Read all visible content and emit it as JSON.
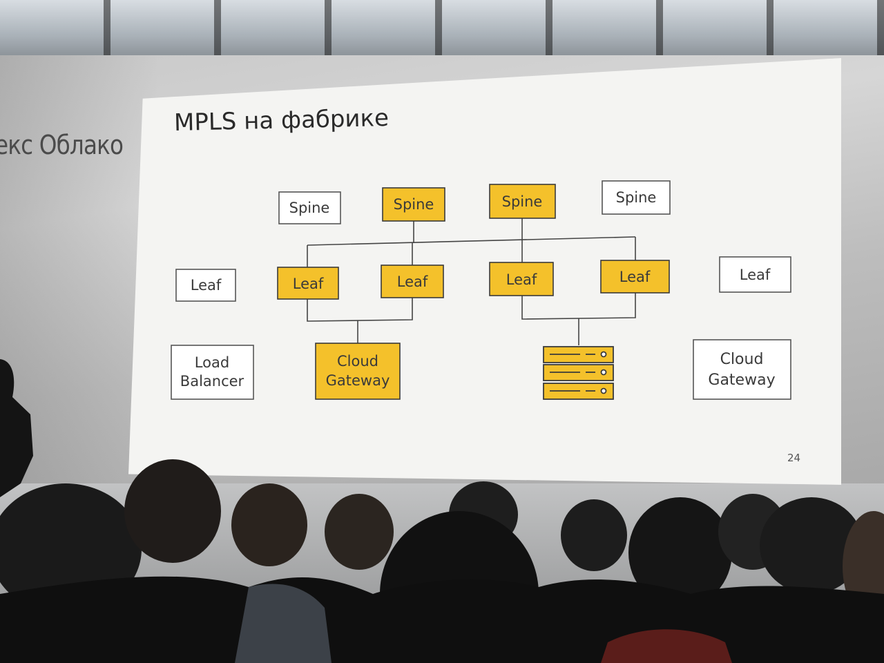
{
  "slide": {
    "title": "MPLS на фабрике",
    "page_number": "24"
  },
  "brand": {
    "text": "екс Облако"
  },
  "diagram": {
    "spines": [
      {
        "label": "Spine",
        "highlighted": false
      },
      {
        "label": "Spine",
        "highlighted": true
      },
      {
        "label": "Spine",
        "highlighted": true
      },
      {
        "label": "Spine",
        "highlighted": false
      }
    ],
    "leaves": [
      {
        "label": "Leaf",
        "highlighted": false
      },
      {
        "label": "Leaf",
        "highlighted": true
      },
      {
        "label": "Leaf",
        "highlighted": true
      },
      {
        "label": "Leaf",
        "highlighted": true
      },
      {
        "label": "Leaf",
        "highlighted": true
      },
      {
        "label": "Leaf",
        "highlighted": false
      }
    ],
    "bottom": [
      {
        "label_line1": "Load",
        "label_line2": "Balancer",
        "highlighted": false
      },
      {
        "label_line1": "Cloud",
        "label_line2": "Gateway",
        "highlighted": true
      },
      {
        "label_line1": "Cloud",
        "label_line2": "Gateway",
        "highlighted": false
      }
    ],
    "server_icon": "server-rack-icon",
    "colors": {
      "highlight_fill": "#f4c12b",
      "highlight_stroke": "#3a3a3a",
      "plain_fill": "#ffffff",
      "plain_stroke": "#555555",
      "line": "#444444"
    }
  }
}
